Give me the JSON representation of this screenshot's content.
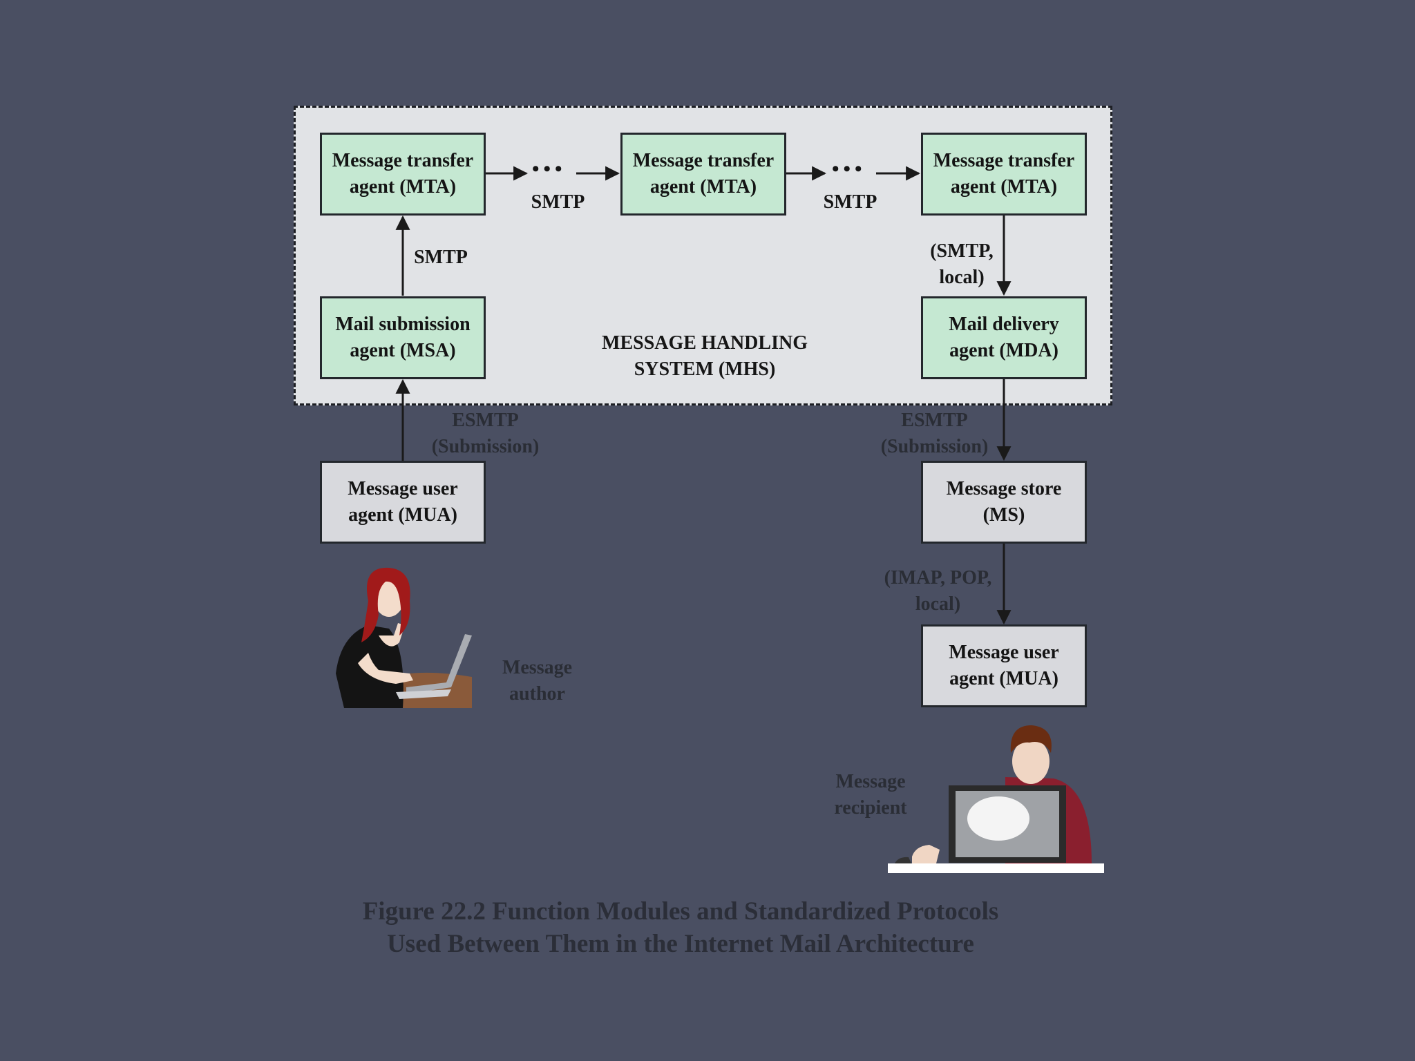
{
  "mhs": {
    "label": "MESSAGE HANDLING\nSYSTEM (MHS)"
  },
  "boxes": {
    "mta1": "Message transfer\nagent (MTA)",
    "mta2": "Message transfer\nagent (MTA)",
    "mta3": "Message transfer\nagent (MTA)",
    "msa": "Mail submission\nagent (MSA)",
    "mda": "Mail delivery\nagent (MDA)",
    "mua_sender": "Message user\nagent (MUA)",
    "ms": "Message store\n(MS)",
    "mua_recipient": "Message user\nagent (MUA)"
  },
  "protocols": {
    "mta1_mta2": "SMTP",
    "mta2_mta3": "SMTP",
    "msa_mta1": "SMTP",
    "mta3_mda": "(SMTP,\nlocal)",
    "mua_msa": "ESMTP\n(Submission)",
    "mda_ms": "ESMTP\n(Submission)",
    "ms_mua": "(IMAP, POP,\nlocal)"
  },
  "dots": "•••",
  "people": {
    "author": "Message\nauthor",
    "recipient": "Message\nrecipient"
  },
  "caption": {
    "line1": "Figure 22.2  Function Modules and Standardized Protocols",
    "line2": "Used Between Them in the Internet Mail Architecture"
  },
  "colors": {
    "background": "#4a4f62",
    "mhs_fill": "#e1e3e6",
    "agent_fill": "#c5e8d2",
    "user_fill": "#d8d9dd"
  }
}
